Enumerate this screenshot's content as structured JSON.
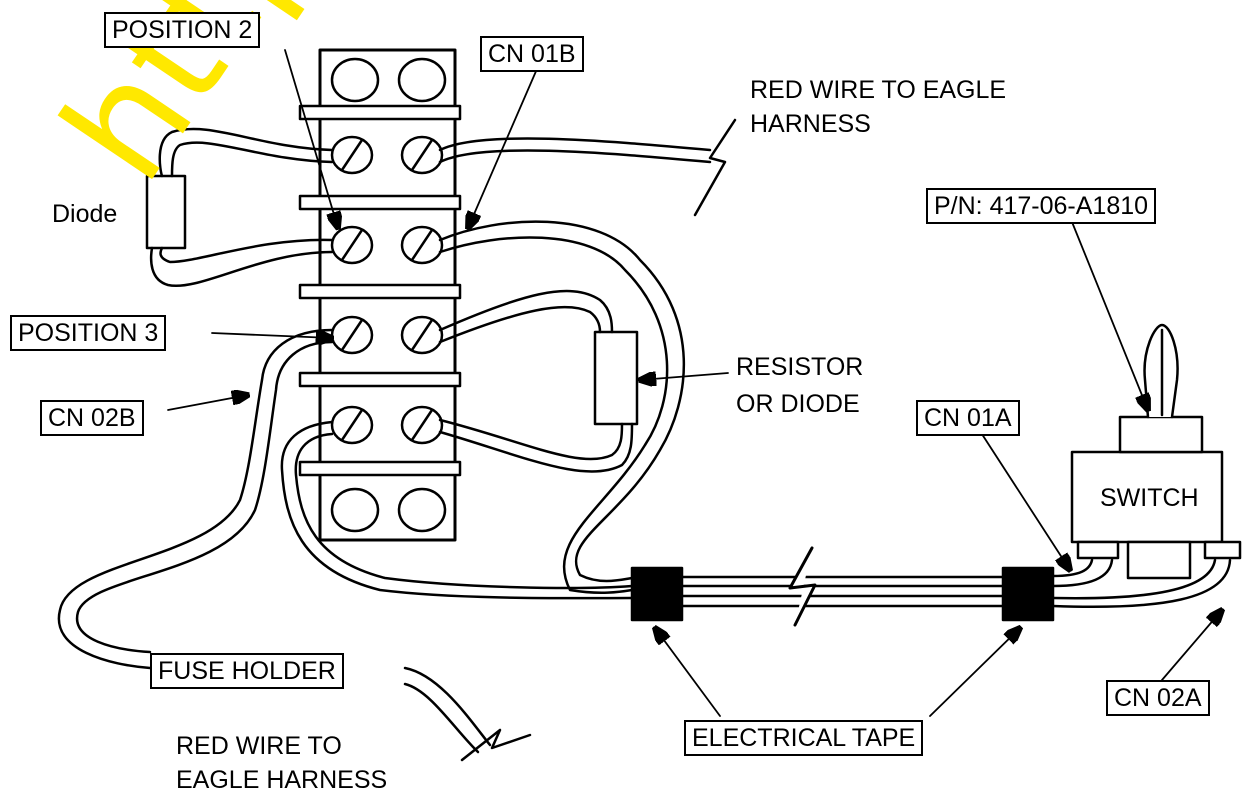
{
  "labels": {
    "position2": "POSITION 2",
    "cn01b": "CN 01B",
    "red_wire_top_1": "RED WIRE TO EAGLE",
    "red_wire_top_2": "HARNESS",
    "diode": "Diode",
    "part_number": "P/N: 417-06-A1810",
    "position3": "POSITION 3",
    "resistor_1": "RESISTOR",
    "resistor_2": "OR DIODE",
    "cn02b": "CN 02B",
    "cn01a": "CN 01A",
    "switch": "SWITCH",
    "fuse_holder": "FUSE HOLDER",
    "red_wire_bottom_1": "RED WIRE TO",
    "red_wire_bottom_2": "EAGLE HARNESS",
    "electrical_tape": "ELECTRICAL TAPE",
    "cn02a": "CN 02A"
  },
  "watermark": "https://hespare",
  "colors": {
    "line": "#000000",
    "watermark": "#ffe800",
    "background": "#ffffff"
  }
}
